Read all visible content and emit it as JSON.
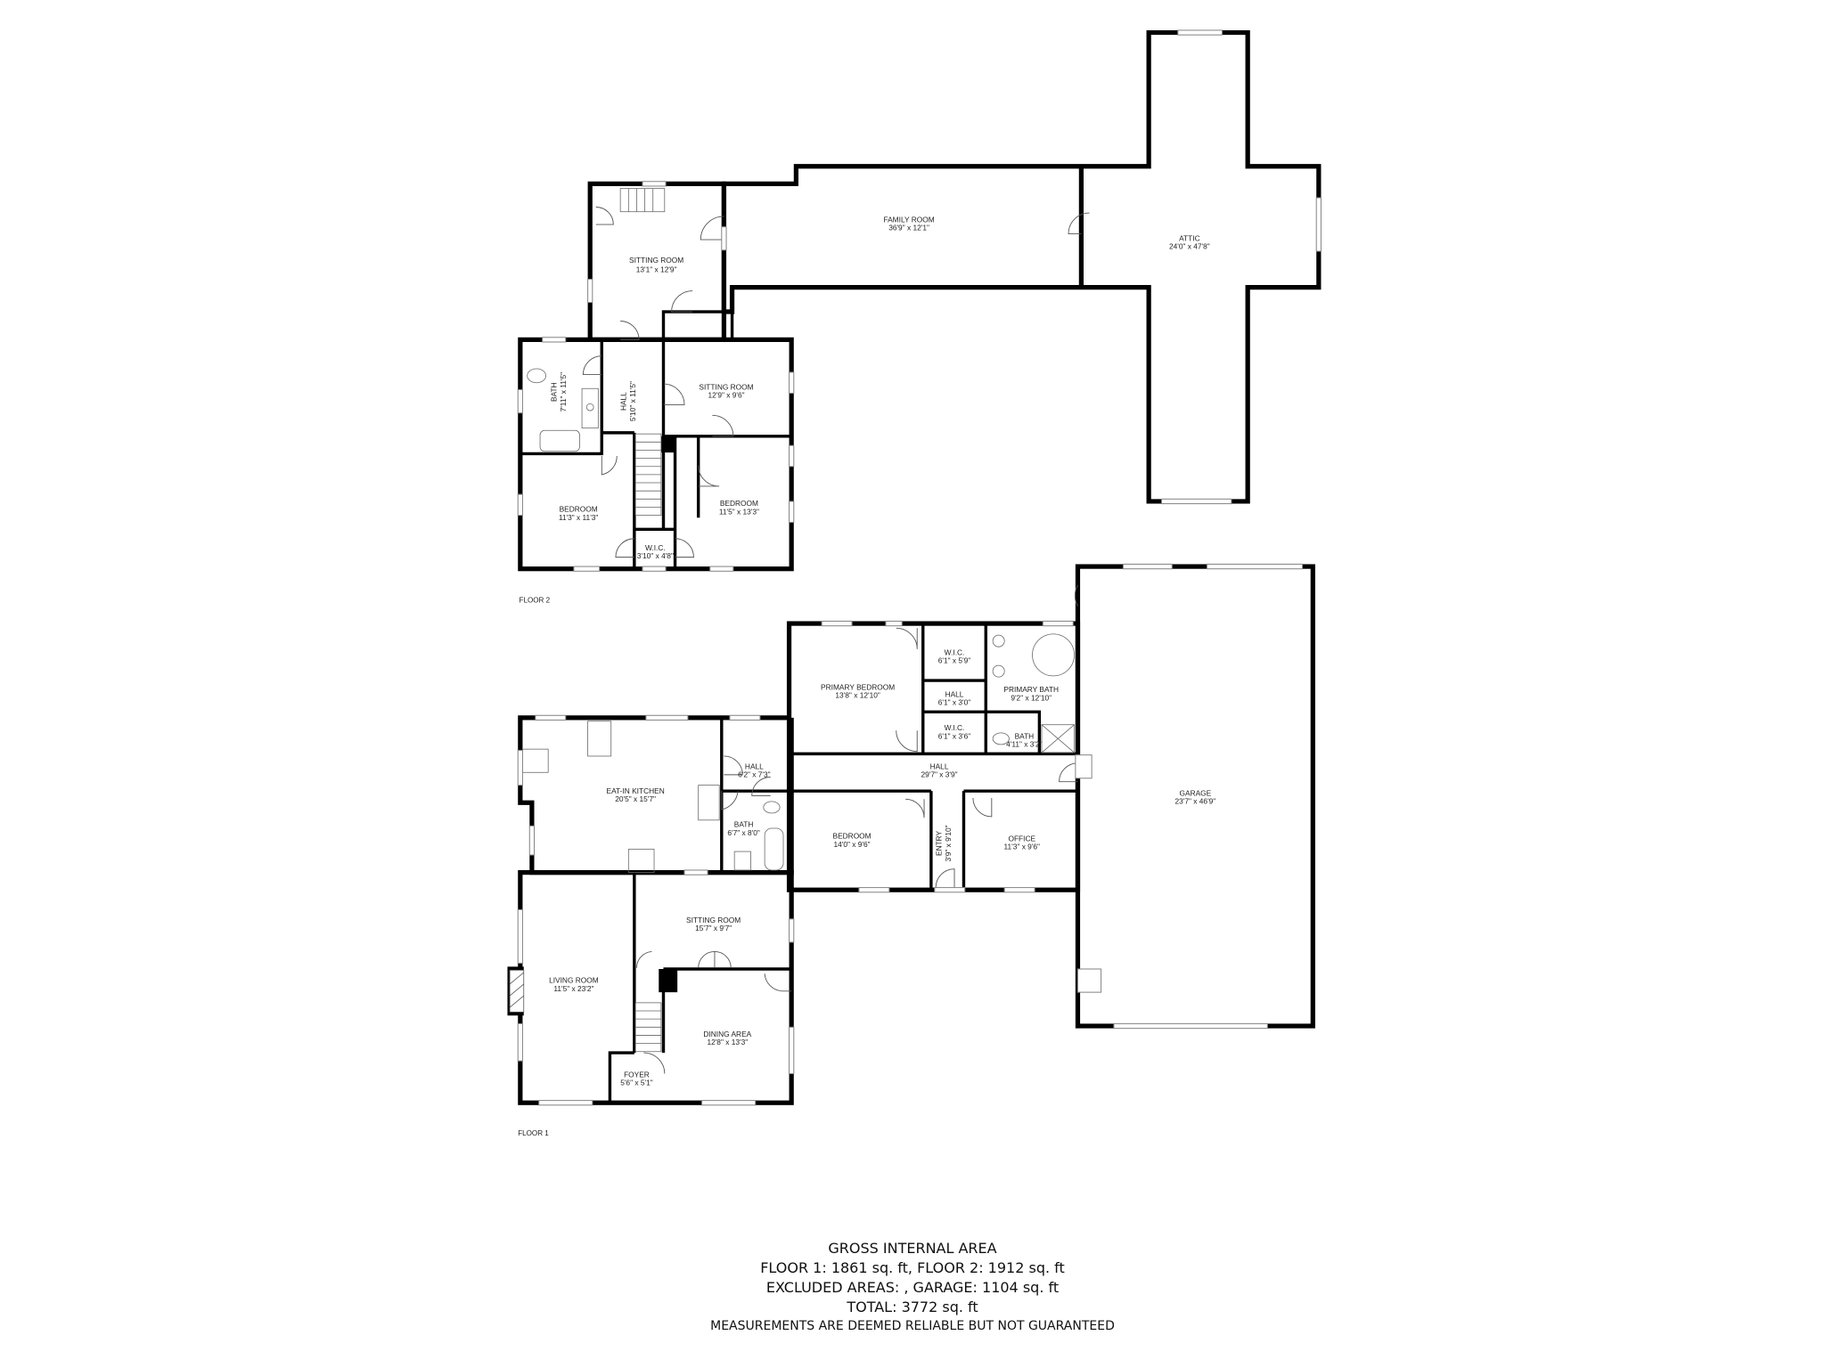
{
  "floor2": {
    "label": "FLOOR 2",
    "rooms": [
      {
        "name": "SITTING ROOM",
        "dims": "13'1\" x 12'9\""
      },
      {
        "name": "FAMILY ROOM",
        "dims": "36'9\" x 12'1\""
      },
      {
        "name": "ATTIC",
        "dims": "24'0\" x 47'8\""
      },
      {
        "name": "BATH",
        "dims": "7'11\" x 11'5\""
      },
      {
        "name": "HALL",
        "dims": "5'10\" x 11'5\""
      },
      {
        "name": "SITTING ROOM",
        "dims": "12'9\" x 9'6\""
      },
      {
        "name": "BEDROOM",
        "dims": "11'3\" x 11'3\""
      },
      {
        "name": "BEDROOM",
        "dims": "11'5\" x 13'3\""
      },
      {
        "name": "W.I.C.",
        "dims": "3'10\" x 4'8\""
      }
    ]
  },
  "floor1": {
    "label": "FLOOR 1",
    "rooms": [
      {
        "name": "PRIMARY BEDROOM",
        "dims": "13'8\" x 12'10\""
      },
      {
        "name": "W.I.C.",
        "dims": "6'1\" x 5'9\""
      },
      {
        "name": "HALL",
        "dims": "6'1\" x 3'0\""
      },
      {
        "name": "W.I.C.",
        "dims": "6'1\" x 3'6\""
      },
      {
        "name": "PRIMARY BATH",
        "dims": "9'2\" x 12'10\""
      },
      {
        "name": "BATH",
        "dims": "4'11\" x 3'2\""
      },
      {
        "name": "GARAGE",
        "dims": "23'7\" x 46'9\""
      },
      {
        "name": "EAT-IN KITCHEN",
        "dims": "20'5\" x 15'7\""
      },
      {
        "name": "HALL",
        "dims": "6'2\" x 7'3\""
      },
      {
        "name": "HALL",
        "dims": "29'7\" x 3'9\""
      },
      {
        "name": "BATH",
        "dims": "6'7\" x 8'0\""
      },
      {
        "name": "BEDROOM",
        "dims": "14'0\" x 9'6\""
      },
      {
        "name": "ENTRY",
        "dims": "3'9\" x 9'10\""
      },
      {
        "name": "OFFICE",
        "dims": "11'3\" x 9'6\""
      },
      {
        "name": "SITTING ROOM",
        "dims": "15'7\" x 9'7\""
      },
      {
        "name": "LIVING ROOM",
        "dims": "11'5\" x 23'2\""
      },
      {
        "name": "DINING AREA",
        "dims": "12'8\" x 13'3\""
      },
      {
        "name": "FOYER",
        "dims": "5'6\" x 5'1\""
      }
    ]
  },
  "footer": {
    "title": "GROSS INTERNAL AREA",
    "floors": "FLOOR 1: 1861 sq. ft, FLOOR 2: 1912 sq. ft",
    "excluded": "EXCLUDED AREAS: , GARAGE: 1104 sq. ft",
    "total": "TOTAL: 3772 sq. ft",
    "disclaimer": "MEASUREMENTS ARE DEEMED RELIABLE BUT NOT GUARANTEED"
  }
}
